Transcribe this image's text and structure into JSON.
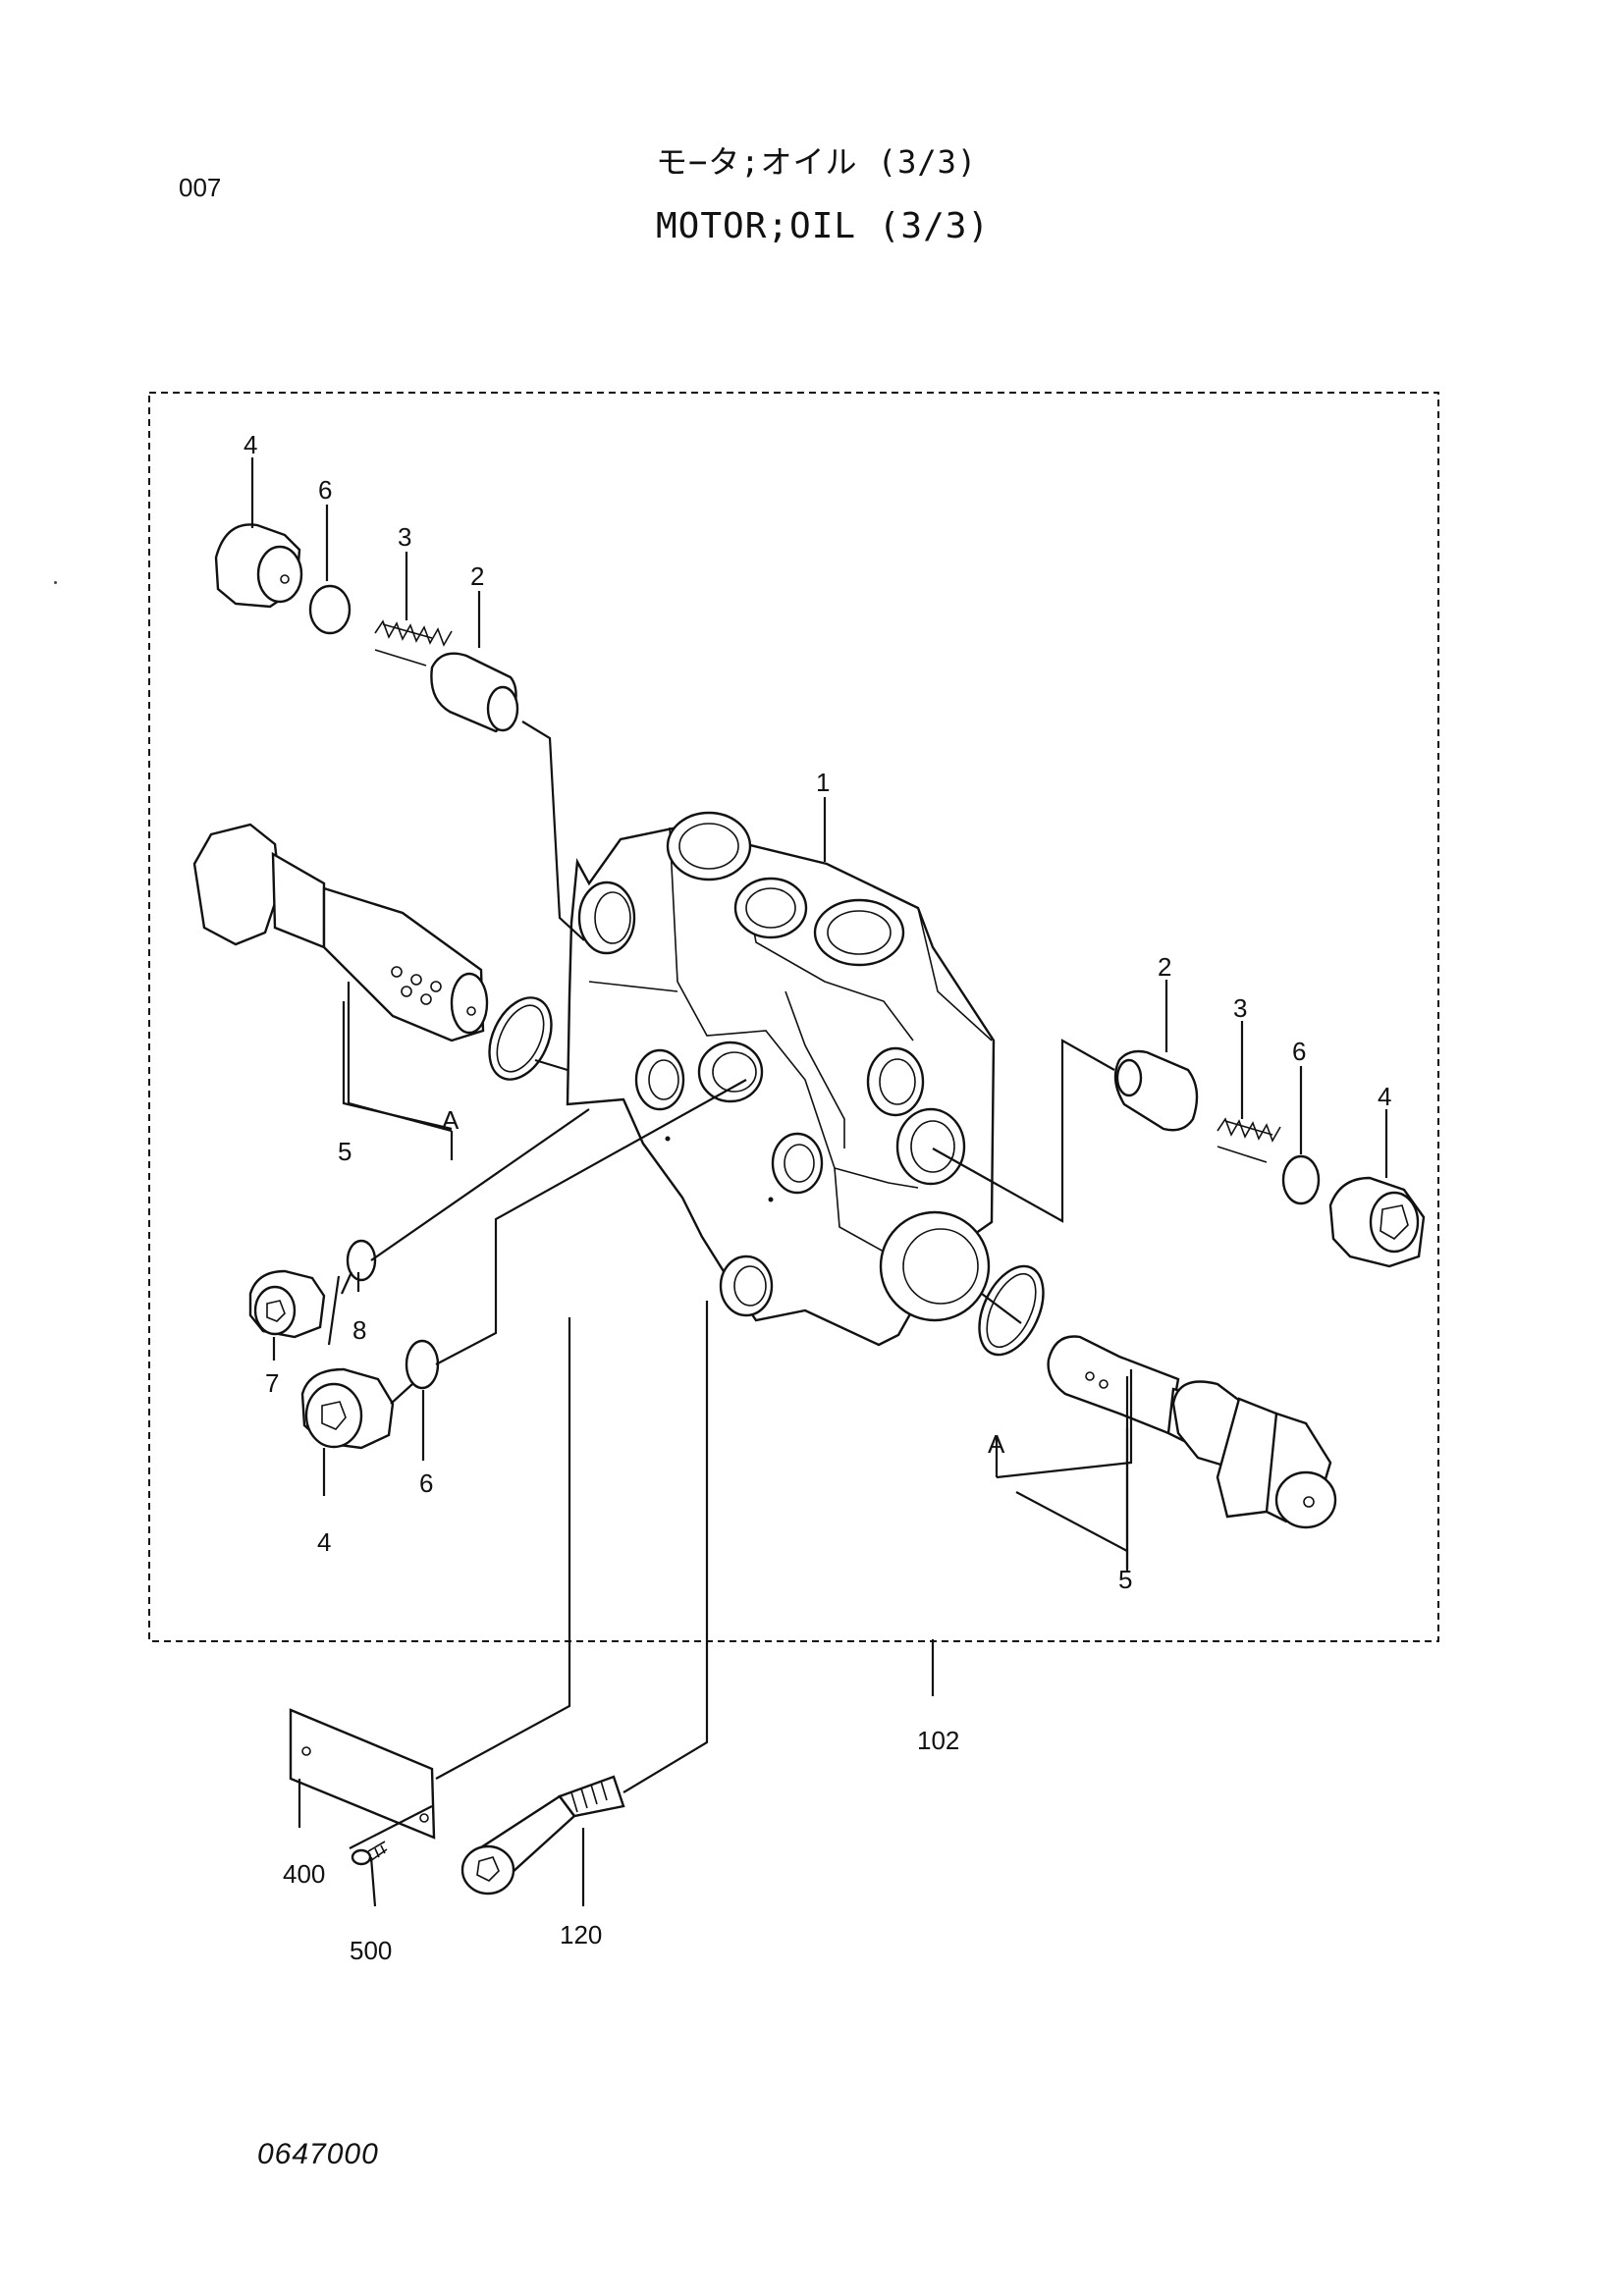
{
  "header": {
    "page_code": "007",
    "title_jp": "モ−タ;オイル (3/3)",
    "title_en": "MOTOR;OIL (3/3)"
  },
  "footer": {
    "figure_number": "0647000"
  },
  "callouts": {
    "c4_tl": "4",
    "c6_tl": "6",
    "c3_tl": "3",
    "c2_tl": "2",
    "c1": "1",
    "c2_r": "2",
    "c3_r": "3",
    "c6_r": "6",
    "c4_r": "4",
    "cA_l": "A",
    "c5_l": "5",
    "c8": "8",
    "c7": "7",
    "c6_bl": "6",
    "c4_bl": "4",
    "cA_r": "A",
    "c5_r": "5",
    "c102": "102",
    "c400": "400",
    "c500": "500",
    "c120": "120"
  }
}
